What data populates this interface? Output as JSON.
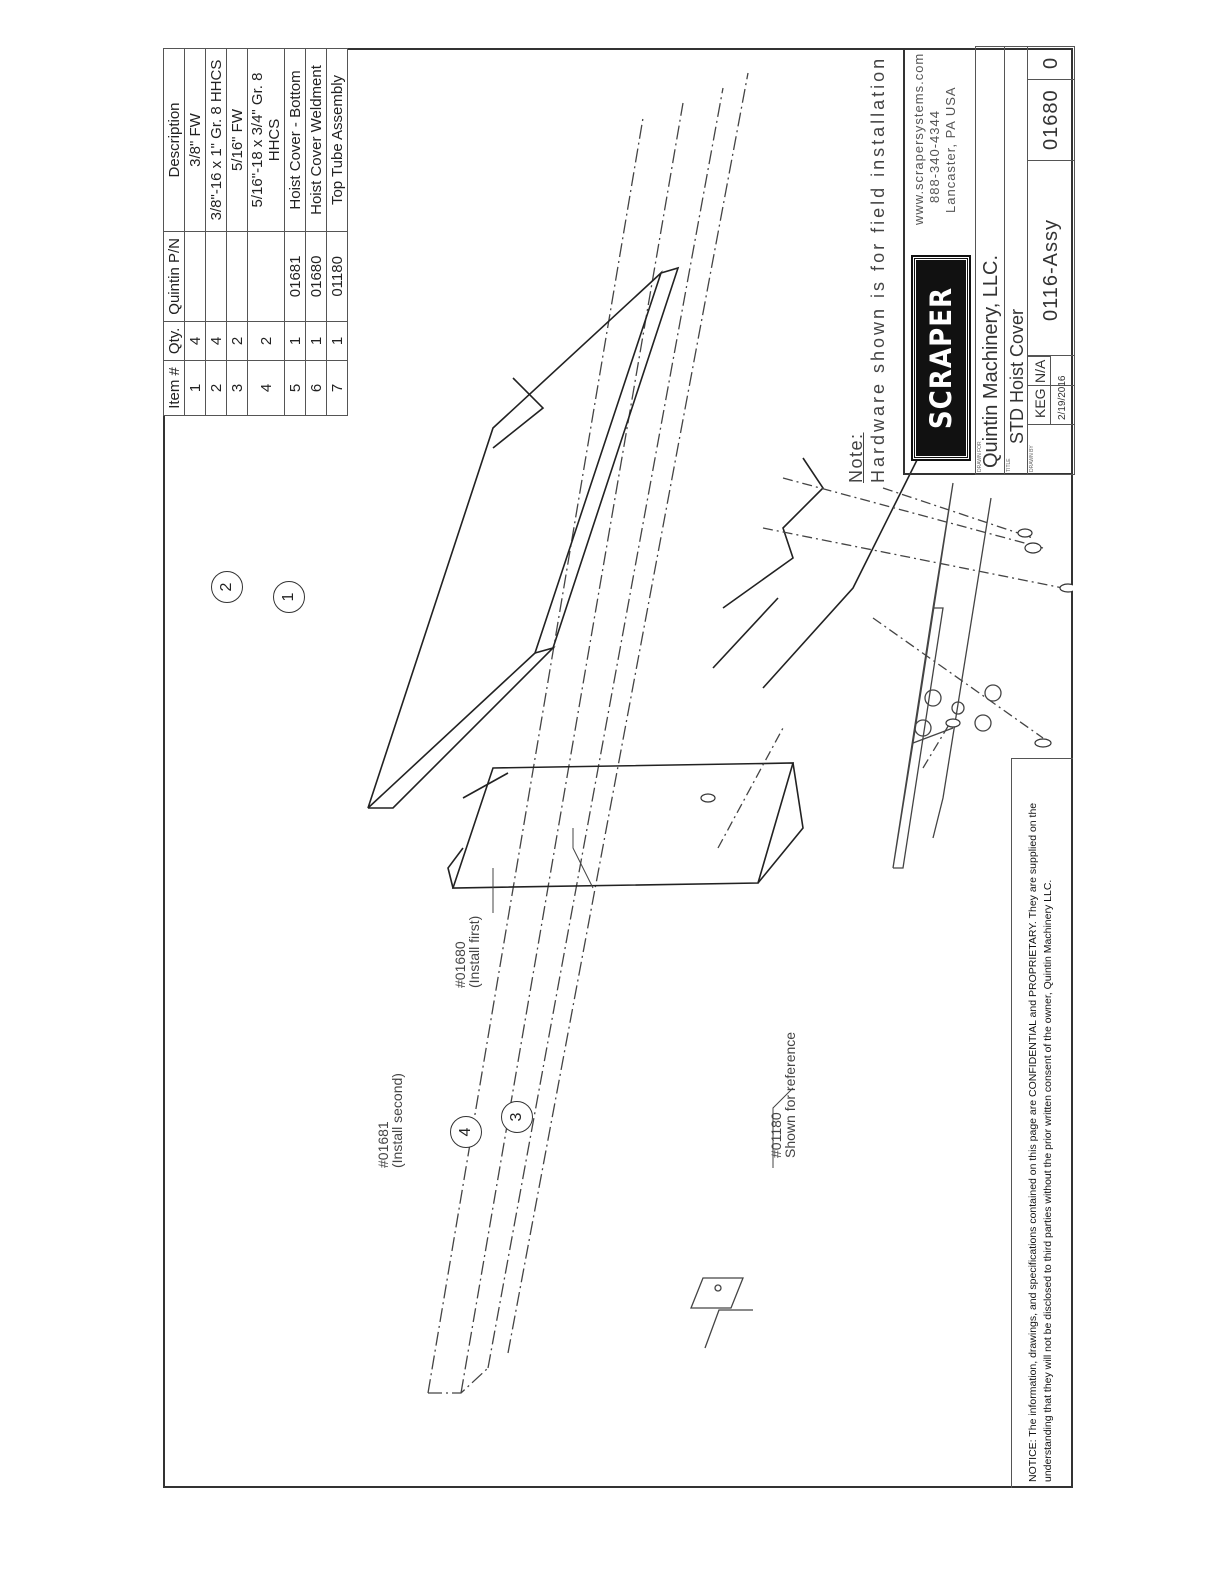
{
  "bom": {
    "headers": [
      "Item #",
      "Qty.",
      "Quintin P/N",
      "Description"
    ],
    "rows": [
      {
        "item": "1",
        "qty": "4",
        "pn": "",
        "desc": "3/8\" FW"
      },
      {
        "item": "2",
        "qty": "4",
        "pn": "",
        "desc": "3/8\"-16 x 1\" Gr. 8 HHCS"
      },
      {
        "item": "3",
        "qty": "2",
        "pn": "",
        "desc": "5/16\" FW"
      },
      {
        "item": "4",
        "qty": "2",
        "pn": "",
        "desc": "5/16\"-18 x 3/4\" Gr. 8 HHCS"
      },
      {
        "item": "5",
        "qty": "1",
        "pn": "01681",
        "desc": "Hoist Cover - Bottom"
      },
      {
        "item": "6",
        "qty": "1",
        "pn": "01680",
        "desc": "Hoist Cover Weldment"
      },
      {
        "item": "7",
        "qty": "1",
        "pn": "01180",
        "desc": "Top Tube Assembly"
      }
    ]
  },
  "note": {
    "label": "Note:",
    "text": "Hardware shown is for field installation"
  },
  "title_block": {
    "logo": "SCRAPER SYSTEMS",
    "website": "www.scrapersystems.com",
    "phone": "888-340-4344",
    "location": "Lancaster, PA USA",
    "company": "Quintin Machinery, LLC.",
    "title": "STD Hoist Cover",
    "drawn_by": "KEG",
    "scale": "N/A",
    "date": "2/19/2016",
    "assembly": "0116-Assy",
    "part_number": "01680",
    "revision": "0"
  },
  "callouts": {
    "part_01680": "#01680",
    "part_01680_note": "(Install first)",
    "part_01681": "#01681",
    "part_01681_note": "(Install second)",
    "part_01180": "#01180",
    "part_01180_note": "Shown for reference",
    "balloons": [
      "1",
      "2",
      "3",
      "4"
    ]
  },
  "notice": "NOTICE: The information, drawings, and specifications contained on this page are CONFIDENTIAL and PROPRIETARY. They are supplied on the understanding that they will not be disclosed to third parties without the prior written consent of the owner, Quintin Machinery LLC."
}
